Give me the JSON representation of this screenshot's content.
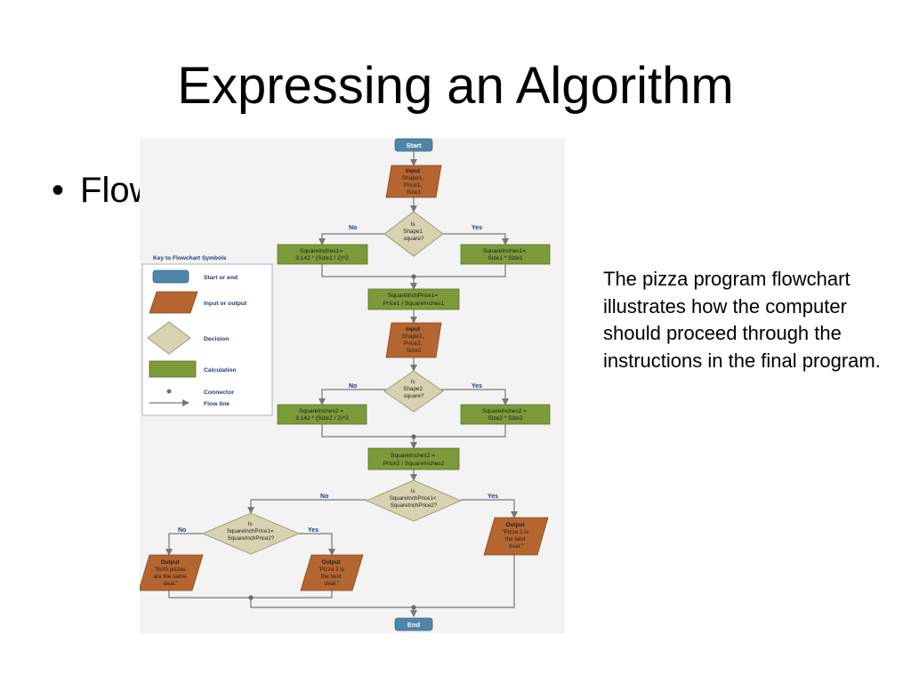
{
  "slide": {
    "title": "Expressing an Algorithm",
    "bullet_symbol": "•",
    "bullet_text": "Flowchart",
    "caption": "The pizza program flowchart illustrates how the computer should proceed through the instructions in the final program."
  },
  "colors": {
    "terminal": "#4f86a8",
    "io": "#b5652f",
    "decision": "#d7d3b0",
    "process": "#7d9a3a",
    "line": "#777777",
    "background": "#f3f3f3"
  },
  "legend": {
    "title": "Key to Flowchart Symbols",
    "items": [
      {
        "shape": "terminal",
        "label": "Start or end"
      },
      {
        "shape": "io",
        "label": "Input or output"
      },
      {
        "shape": "decision",
        "label": "Decision"
      },
      {
        "shape": "process",
        "label": "Calculation"
      },
      {
        "shape": "connector",
        "label": "Connector"
      },
      {
        "shape": "flow",
        "label": "Flow line"
      }
    ]
  },
  "flowchart": {
    "start": "Start",
    "end": "End",
    "input1": [
      "Input",
      "Shape1,",
      "Price1,",
      "Size1"
    ],
    "decision1": [
      "Is",
      "Shape1",
      "square?"
    ],
    "calc1_no": [
      "SquareInches1=",
      "3.142 * (Size1 / 2)^2"
    ],
    "calc1_yes": [
      "SquareInches1=",
      "Size1 * Size1"
    ],
    "price1": [
      "SquareInchPrice1=",
      "Price1 / SquareInches1"
    ],
    "input2": [
      "Input",
      "Shape2,",
      "Price2,",
      "Size2"
    ],
    "decision2": [
      "Is",
      "Shape2",
      "square?"
    ],
    "calc2_no": [
      "SquareInches2 =",
      "3.142 * (Size2 / 2)^2"
    ],
    "calc2_yes": [
      "SquareInches2 =",
      "Size2 * Size2"
    ],
    "price2": [
      "SquareInches2 =",
      "Price2 / SquareInches2"
    ],
    "decision3": [
      "Is",
      "SquareInchPrice1<",
      "SquareInchPrice2?"
    ],
    "decision4": [
      "Is",
      "SquareInchPrice1=",
      "SquareInchPrice2?"
    ],
    "output_yes": [
      "Output",
      "\"Pizza 1 is",
      "the best",
      "deal.\""
    ],
    "output_same": [
      "Output",
      "\"Both pizzas",
      "are the same",
      "deal.\""
    ],
    "output_p2": [
      "Output",
      "\"Pizza 2 is",
      "the best",
      "deal.\""
    ],
    "labels": {
      "no": "No",
      "yes": "Yes"
    }
  }
}
